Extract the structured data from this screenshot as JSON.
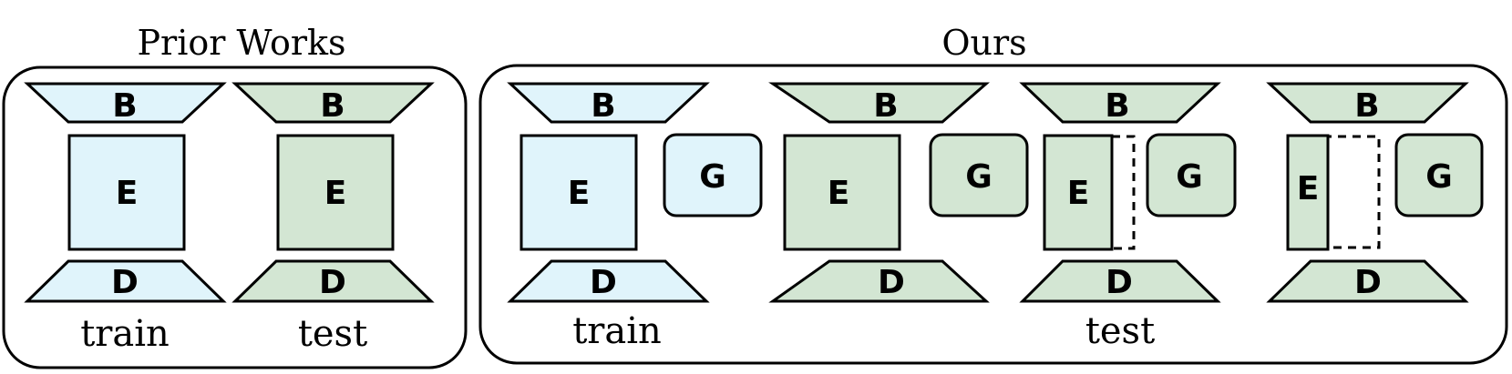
{
  "colors": {
    "train": "#e0f4fb",
    "test": "#d3e6d3",
    "stroke": "#000000"
  },
  "prior": {
    "title": "Prior Works",
    "train_caption": "train",
    "test_caption": "test",
    "modules": {
      "b": "B",
      "e": "E",
      "d": "D"
    }
  },
  "ours": {
    "title": "Ours",
    "train_caption": "train",
    "test_caption": "test",
    "modules": {
      "b": "B",
      "e": "E",
      "d": "D",
      "g": "G"
    }
  }
}
